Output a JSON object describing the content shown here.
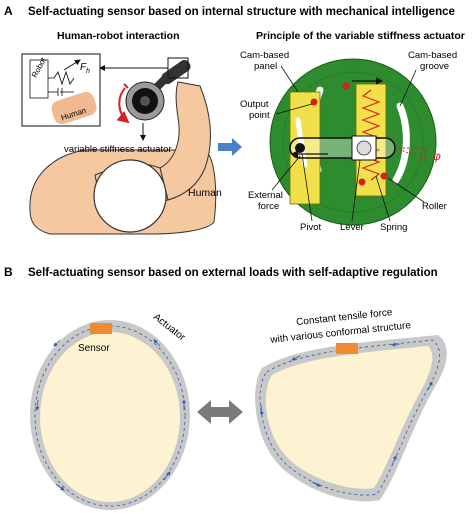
{
  "panel_a": {
    "letter": "A",
    "heading": "Self-actuating sensor based on internal structure with mechanical intelligence",
    "left_title": "Human-robot interaction",
    "right_title": "Principle of the variable stiffness actuator",
    "inset_robot": "Robot",
    "inset_human": "Human",
    "inset_force": "F",
    "inset_force_sub": "h",
    "vsa_label": "variable stiffness actuator",
    "human_label": "Human",
    "labels": {
      "cam_panel_1": "Cam-based",
      "cam_panel_2": "panel",
      "cam_groove_1": "Cam-based",
      "cam_groove_2": "groove",
      "output_1": "Output",
      "output_2": "point",
      "phi": "φ",
      "external_1": "External",
      "external_2": "force",
      "roller": "Roller",
      "pivot": "Pivot",
      "lever": "Lever",
      "spring": "Spring"
    }
  },
  "panel_b": {
    "letter": "B",
    "heading": "Self-actuating sensor based on external loads with self-adaptive regulation",
    "sensor": "Sensor",
    "actuator": "Actuator",
    "tensile_1": "Constant tensile force",
    "tensile_2": "with various conformal structure"
  },
  "colors": {
    "skin": "#f5c8a0",
    "green": "#2e8b2e",
    "yellow": "#f2e04a",
    "blue_arrow": "#4a80c8",
    "belt": "#c8c8c8",
    "cream": "#fdf3d2",
    "sensor": "#f08a30",
    "red": "#d42020"
  }
}
